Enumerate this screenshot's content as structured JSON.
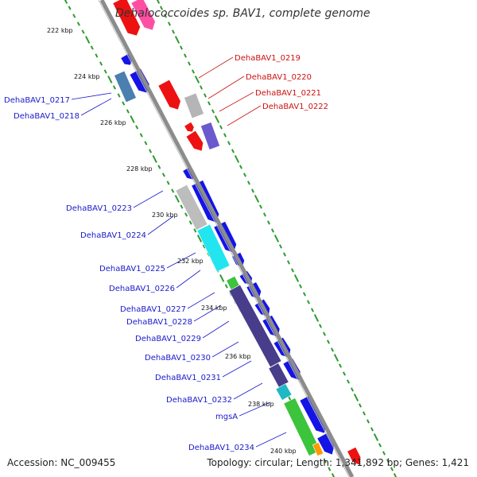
{
  "header": {
    "title": "Dehalococcoides sp. BAV1, complete genome"
  },
  "footer": {
    "accession": "Accession: NC_009455",
    "topology": "Topology: circular; Length: 1,341,892 bp; Genes: 1,421"
  },
  "colors": {
    "backbone": "#8c8c8c",
    "gc_ticks": "#2e9a2e",
    "reverse_label": "#1a1acc",
    "forward_label": "#cc1111",
    "forward_gene": "#ee1111",
    "reverse_gene": "#1414e6"
  },
  "scale_ticks": [
    {
      "label": "222 kbp"
    },
    {
      "label": "224 kbp"
    },
    {
      "label": "226 kbp"
    },
    {
      "label": "228 kbp"
    },
    {
      "label": "230 kbp"
    },
    {
      "label": "232 kbp"
    },
    {
      "label": "234 kbp"
    },
    {
      "label": "236 kbp"
    },
    {
      "label": "238 kbp"
    },
    {
      "label": "240 kbp"
    }
  ],
  "gene_labels_left": [
    {
      "label": "DehaBAV1_0217"
    },
    {
      "label": "DehaBAV1_0218"
    },
    {
      "label": "DehaBAV1_0223"
    },
    {
      "label": "DehaBAV1_0224"
    },
    {
      "label": "DehaBAV1_0225"
    },
    {
      "label": "DehaBAV1_0226"
    },
    {
      "label": "DehaBAV1_0227"
    },
    {
      "label": "DehaBAV1_0228"
    },
    {
      "label": "DehaBAV1_0229"
    },
    {
      "label": "DehaBAV1_0230"
    },
    {
      "label": "DehaBAV1_0231"
    },
    {
      "label": "DehaBAV1_0232"
    },
    {
      "label": "mgsA"
    },
    {
      "label": "DehaBAV1_0234"
    }
  ],
  "gene_labels_right": [
    {
      "label": "DehaBAV1_0219"
    },
    {
      "label": "DehaBAV1_0220"
    },
    {
      "label": "DehaBAV1_0221"
    },
    {
      "label": "DehaBAV1_0222"
    }
  ]
}
